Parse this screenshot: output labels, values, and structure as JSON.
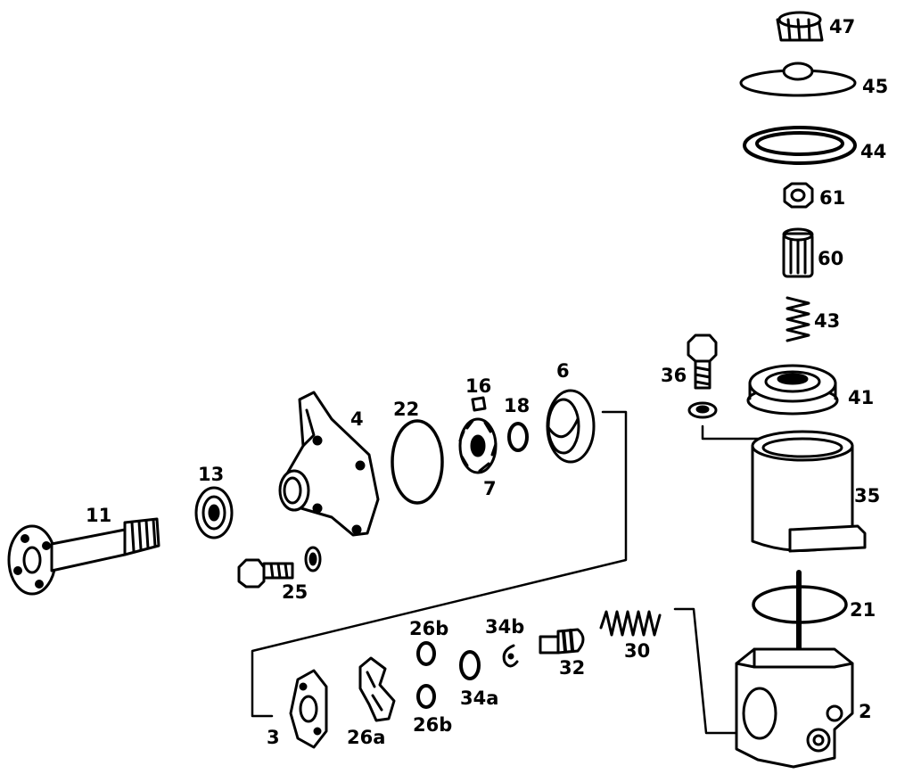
{
  "labels": {
    "l47": "47",
    "l45": "45",
    "l44": "44",
    "l61": "61",
    "l60": "60",
    "l43": "43",
    "l41": "41",
    "l36": "36",
    "l35": "35",
    "l21": "21",
    "l2": "2",
    "l16": "16",
    "l18": "18",
    "l6": "6",
    "l7": "7",
    "l22": "22",
    "l4": "4",
    "l13": "13",
    "l11": "11",
    "l25": "25",
    "l26b_top": "26b",
    "l34b": "34b",
    "l32": "32",
    "l30": "30",
    "l34a": "34a",
    "l26b_bot": "26b",
    "l3": "3",
    "l26a": "26a"
  }
}
